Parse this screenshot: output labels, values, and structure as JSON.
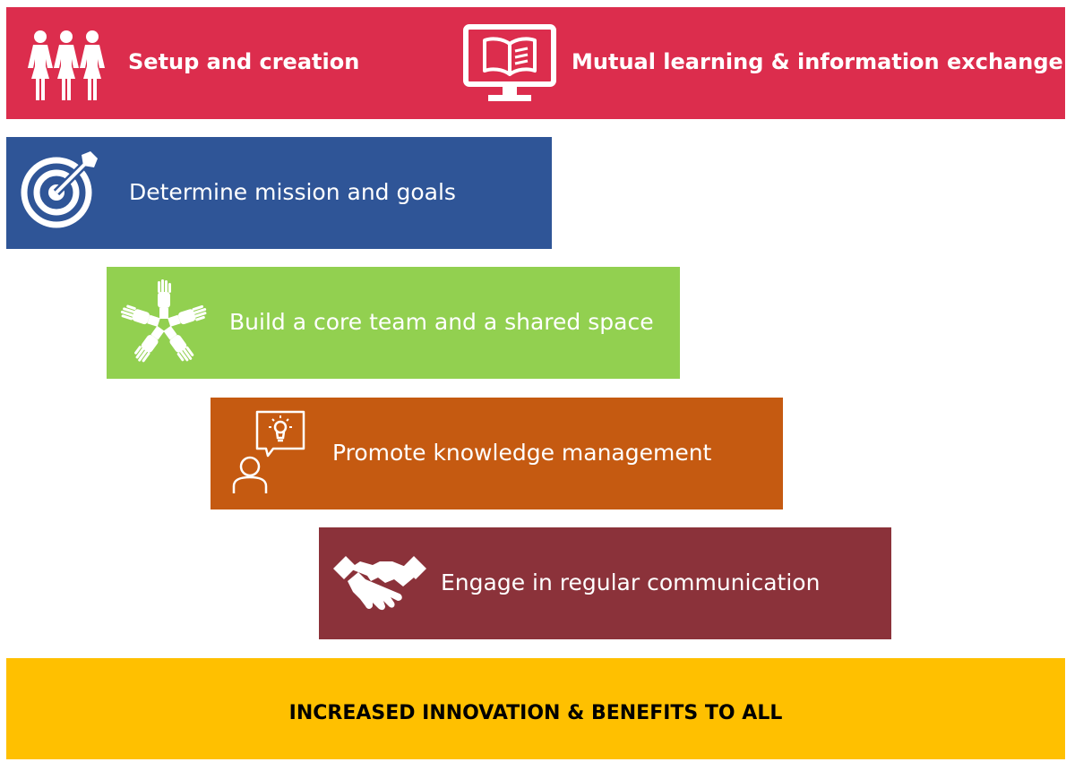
{
  "steps": [
    {
      "label": "Setup and creation",
      "icon": "people-icon",
      "color": "#dc2d4d"
    },
    {
      "label": "Mutual learning & information exchange",
      "icon": "monitor-book-icon",
      "color": "#dc2d4d"
    },
    {
      "label": "Determine mission and goals",
      "icon": "target-icon",
      "color": "#2f5597"
    },
    {
      "label": "Build a core team and a shared space",
      "icon": "hands-circle-icon",
      "color": "#92d050"
    },
    {
      "label": "Promote knowledge management",
      "icon": "person-idea-icon",
      "color": "#c55a11"
    },
    {
      "label": "Engage in regular communication",
      "icon": "handshake-icon",
      "color": "#8b323a"
    }
  ],
  "result": {
    "label": "INCREASED INNOVATION & BENEFITS TO ALL",
    "color": "#ffc000"
  }
}
